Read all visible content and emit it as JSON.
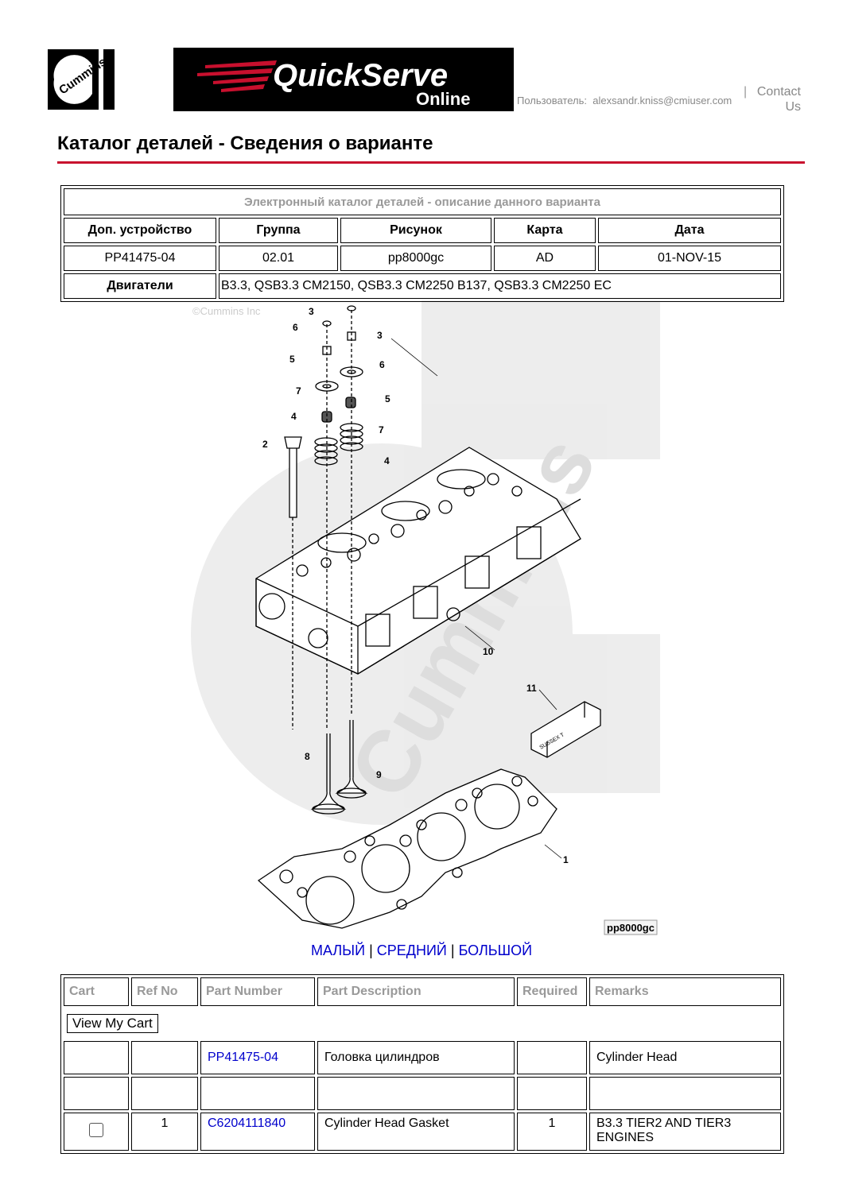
{
  "header": {
    "logo_cummins_text": "Cummins",
    "logo_qs_main": "QuickServe",
    "logo_qs_sub": "Online",
    "user_label": "Пользователь:",
    "user_email": "alexsandr.kniss@cmiuser.com",
    "separator": "|",
    "contact": "Contact Us"
  },
  "page_title": "Каталог деталей - Сведения о варианте",
  "variant": {
    "caption": "Электронный каталог деталей - описание данного варианта",
    "headers": [
      "Доп. устройство",
      "Группа",
      "Рисунок",
      "Карта",
      "Дата"
    ],
    "values": [
      "PP41475-04",
      "02.01",
      "pp8000gc",
      "AD",
      "01-NOV-15"
    ],
    "engines_label": "Двигатели",
    "engines_value": "B3.3, QSB3.3 CM2150, QSB3.3 CM2250 B137, QSB3.3 CM2250 EC"
  },
  "diagram": {
    "copyright": "©Cummins Inc",
    "watermark": "Cummins",
    "figure_id": "pp8000gc",
    "callouts": [
      "3",
      "6",
      "3",
      "5",
      "6",
      "7",
      "5",
      "4",
      "7",
      "2",
      "4",
      "10",
      "11",
      "8",
      "9",
      "1"
    ],
    "tag_text": "SUSSEX T"
  },
  "size_links": {
    "small": "МАЛЫЙ",
    "medium": "СРЕДНИЙ",
    "large": "БОЛЬШОЙ",
    "sep": "|"
  },
  "parts": {
    "headers": [
      "Cart",
      "Ref No",
      "Part Number",
      "Part Description",
      "Required",
      "Remarks"
    ],
    "cart_button": "View My Cart",
    "rows": [
      {
        "ref": "",
        "part_number": "PP41475-04",
        "description": "Головка цилиндров",
        "required": "",
        "remarks": "Cylinder Head"
      },
      {
        "ref": "",
        "part_number": "",
        "description": "",
        "required": "",
        "remarks": ""
      },
      {
        "ref": "1",
        "part_number": "C6204111840",
        "description": "Cylinder Head Gasket",
        "required": "1",
        "remarks": "B3.3 TIER2 AND TIER3 ENGINES"
      }
    ]
  },
  "colors": {
    "accent_red": "#c8102e",
    "link_blue": "#0000cc",
    "muted_gray": "#999999"
  }
}
